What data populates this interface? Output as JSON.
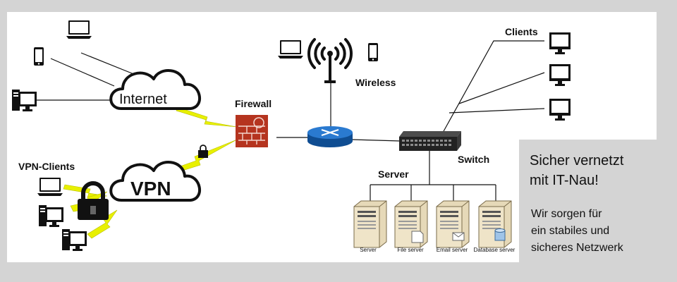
{
  "labels": {
    "firewall": "Firewall",
    "wireless": "Wireless",
    "clients": "Clients",
    "switch": "Switch",
    "server": "Server",
    "vpn_clients": "VPN-Clients"
  },
  "clouds": {
    "internet": "Internet",
    "vpn": "VPN"
  },
  "servers": [
    {
      "label": "Server",
      "icon": "server-tower-icon"
    },
    {
      "label": "File server",
      "icon": "file-server-icon"
    },
    {
      "label": "Email server",
      "icon": "email-server-icon"
    },
    {
      "label": "Database server",
      "icon": "database-server-icon"
    }
  ],
  "info": {
    "headline": [
      "Sicher vernetzt",
      "mit IT-Nau!"
    ],
    "body": [
      "Wir sorgen für",
      "ein stabiles und",
      "sicheres Netzwerk"
    ]
  },
  "colors": {
    "background": "#d4d4d4",
    "panel": "#ffffff",
    "lightning": "#e8f000",
    "router": "#1a66b8",
    "firewall": "#b5341f",
    "server_body": "#e6d9b8"
  }
}
